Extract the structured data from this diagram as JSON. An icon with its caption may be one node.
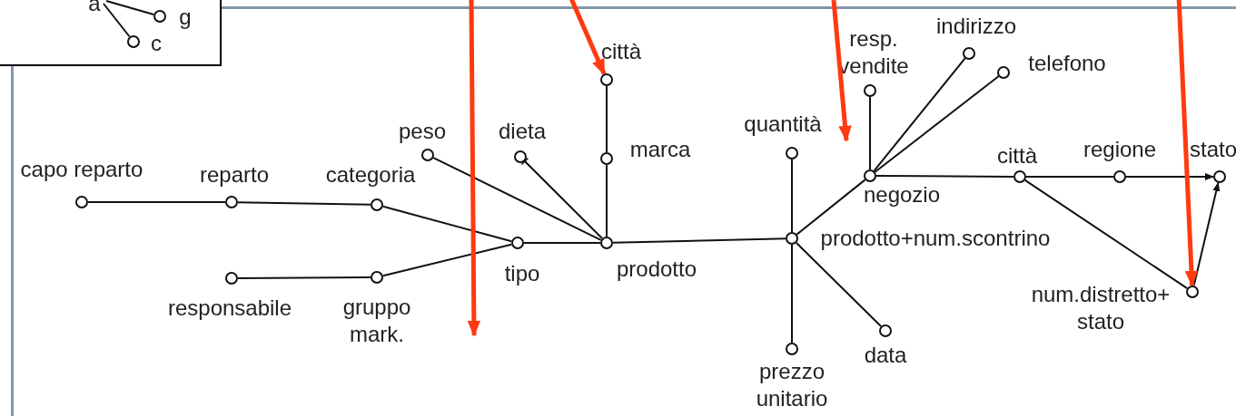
{
  "diagram": {
    "nodes": [
      {
        "text": [],
        "shape": "circle",
        "beside": [
          "g"
        ]
      },
      {
        "text": [],
        "shape": "circle",
        "beside": [
          "c"
        ]
      },
      {
        "text": [],
        "shape": "circle",
        "beside": [
          "capo reparto"
        ]
      },
      {
        "text": [],
        "shape": "circle",
        "beside": [
          "reparto"
        ]
      },
      {
        "text": [],
        "shape": "circle",
        "beside": [
          "categoria"
        ]
      },
      {
        "text": [],
        "shape": "circle",
        "beside": [
          "responsabile"
        ]
      },
      {
        "text": [],
        "shape": "circle",
        "beside": [
          "gruppo mark."
        ]
      },
      {
        "text": [],
        "shape": "circle",
        "beside": [
          "tipo"
        ]
      },
      {
        "text": [],
        "shape": "circle",
        "beside": [
          "peso"
        ]
      },
      {
        "text": [],
        "shape": "circle",
        "beside": [
          "dieta"
        ]
      },
      {
        "text": [],
        "shape": "circle",
        "beside": [
          "prodotto"
        ]
      },
      {
        "text": [],
        "shape": "circle",
        "beside": [
          "marca"
        ]
      },
      {
        "text": [],
        "shape": "circle",
        "beside": [
          "città"
        ]
      },
      {
        "text": [],
        "shape": "circle",
        "beside": [
          "prodotto+num.scontrino"
        ]
      },
      {
        "text": [],
        "shape": "circle",
        "beside": [
          "quantità"
        ]
      },
      {
        "text": [],
        "shape": "circle",
        "beside": [
          "prezzo unitario"
        ]
      },
      {
        "text": [],
        "shape": "circle",
        "beside": [
          "data"
        ]
      },
      {
        "text": [],
        "shape": "circle",
        "beside": [
          "negozio"
        ]
      },
      {
        "text": [],
        "shape": "circle",
        "beside": [
          "resp. vendite"
        ]
      },
      {
        "text": [],
        "shape": "circle",
        "beside": [
          "indirizzo"
        ]
      },
      {
        "text": [],
        "shape": "circle",
        "beside": [
          "telefono"
        ]
      },
      {
        "text": [],
        "shape": "circle",
        "beside": [
          "città"
        ]
      },
      {
        "text": [],
        "shape": "circle",
        "beside": [
          "regione"
        ]
      },
      {
        "text": [],
        "shape": "circle",
        "beside": [
          "stato"
        ]
      },
      {
        "text": [],
        "shape": "circle",
        "beside": [
          "num.distretto+ stato"
        ]
      },
      {
        "text": [
          "a"
        ]
      }
    ],
    "edges": [
      {
        "from": 25,
        "to": 0,
        "arrow": "none"
      },
      {
        "from": 25,
        "to": 1,
        "arrow": "none"
      },
      {
        "from": 2,
        "to": 3,
        "arrow": "none"
      },
      {
        "from": 3,
        "to": 4,
        "arrow": "none"
      },
      {
        "from": 4,
        "to": 7,
        "arrow": "none"
      },
      {
        "from": 5,
        "to": 6,
        "arrow": "none"
      },
      {
        "from": 6,
        "to": 7,
        "arrow": "none"
      },
      {
        "from": 7,
        "to": 10,
        "arrow": "none"
      },
      {
        "from": 8,
        "to": 10,
        "arrow": "none"
      },
      {
        "from": 9,
        "to": 10,
        "arrow": "other"
      },
      {
        "from": 10,
        "to": 11,
        "arrow": "none"
      },
      {
        "from": 11,
        "to": 12,
        "arrow": "none"
      },
      {
        "from": 10,
        "to": 13,
        "arrow": "none"
      },
      {
        "from": 13,
        "to": 14,
        "arrow": "none"
      },
      {
        "from": 13,
        "to": 15,
        "arrow": "none"
      },
      {
        "from": 13,
        "to": 16,
        "arrow": "none"
      },
      {
        "from": 13,
        "to": 17,
        "arrow": "none"
      },
      {
        "from": 17,
        "to": 18,
        "arrow": "none"
      },
      {
        "from": 17,
        "to": 19,
        "arrow": "none"
      },
      {
        "from": 17,
        "to": 20,
        "arrow": "none"
      },
      {
        "from": 17,
        "to": 21,
        "arrow": "none"
      },
      {
        "from": 21,
        "to": 22,
        "arrow": "none"
      },
      {
        "from": 22,
        "to": 23,
        "arrow": "to"
      },
      {
        "from": 21,
        "to": 24,
        "arrow": "none"
      },
      {
        "from": 24,
        "to": 23,
        "arrow": "to"
      },
      {
        "from": null,
        "to": 12,
        "arrow": "to",
        "style": "thick",
        "color": "#ff3a10"
      },
      {
        "from": null,
        "to": 24,
        "arrow": "to",
        "style": "thick",
        "color": "#ff3a10"
      }
    ]
  }
}
